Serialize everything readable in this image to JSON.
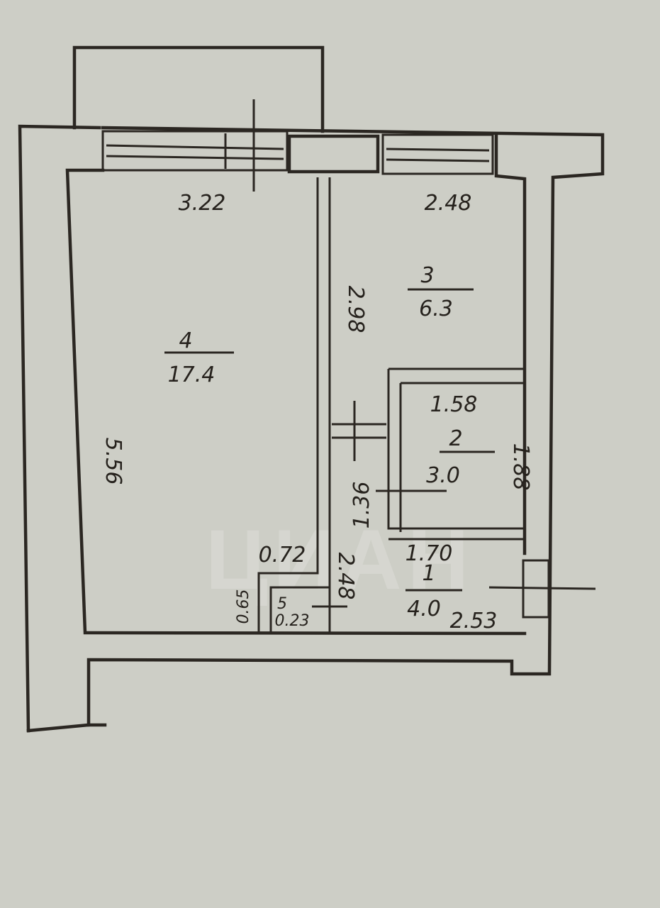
{
  "rooms": [
    {
      "number": "4",
      "area": "17.4"
    },
    {
      "number": "3",
      "area": "6.3"
    },
    {
      "number": "2",
      "area": "3.0"
    },
    {
      "number": "1",
      "area": "4.0"
    },
    {
      "number": "5",
      "area": "0.23"
    }
  ],
  "dimensions": {
    "room4_width": "3.22",
    "room4_length": "5.56",
    "room3_width": "2.48",
    "room3_length": "2.98",
    "room2_width": "1.58",
    "room2_length": "1.88",
    "room2_side": "1.36",
    "room1_width": "1.70",
    "room1_bottom": "2.53",
    "room1_length": "2.48",
    "room5_width": "0.72",
    "room5_length": "0.65"
  },
  "watermark": "ЦИАН"
}
